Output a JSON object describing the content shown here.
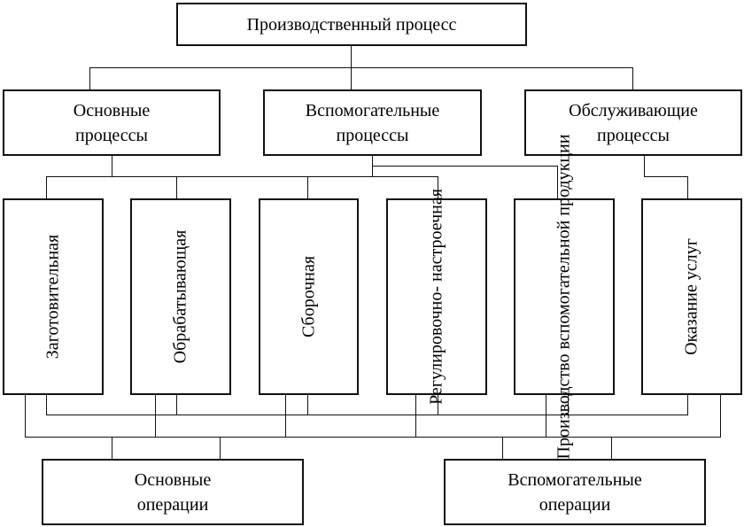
{
  "root": {
    "label": "Производственный процесс"
  },
  "processes": [
    {
      "id": "main",
      "label": "Основные\nпроцессы"
    },
    {
      "id": "aux",
      "label": "Вспомогательные\nпроцессы"
    },
    {
      "id": "service",
      "label": "Обслуживающие\nпроцессы"
    }
  ],
  "stages": [
    {
      "id": "procurement",
      "label": "Заготовительная"
    },
    {
      "id": "processing",
      "label": "Обрабатывающая"
    },
    {
      "id": "assembly",
      "label": "Сборочная"
    },
    {
      "id": "adjustment",
      "label": "Регулировочно-\nнастроечная"
    },
    {
      "id": "aux-production",
      "label": "Производство\nвспомогательной\nпродукции"
    },
    {
      "id": "services",
      "label": "Оказание услуг"
    }
  ],
  "operations": [
    {
      "id": "main-ops",
      "label": "Основные\nоперации"
    },
    {
      "id": "aux-ops",
      "label": "Вспомогательные\nоперации"
    }
  ]
}
